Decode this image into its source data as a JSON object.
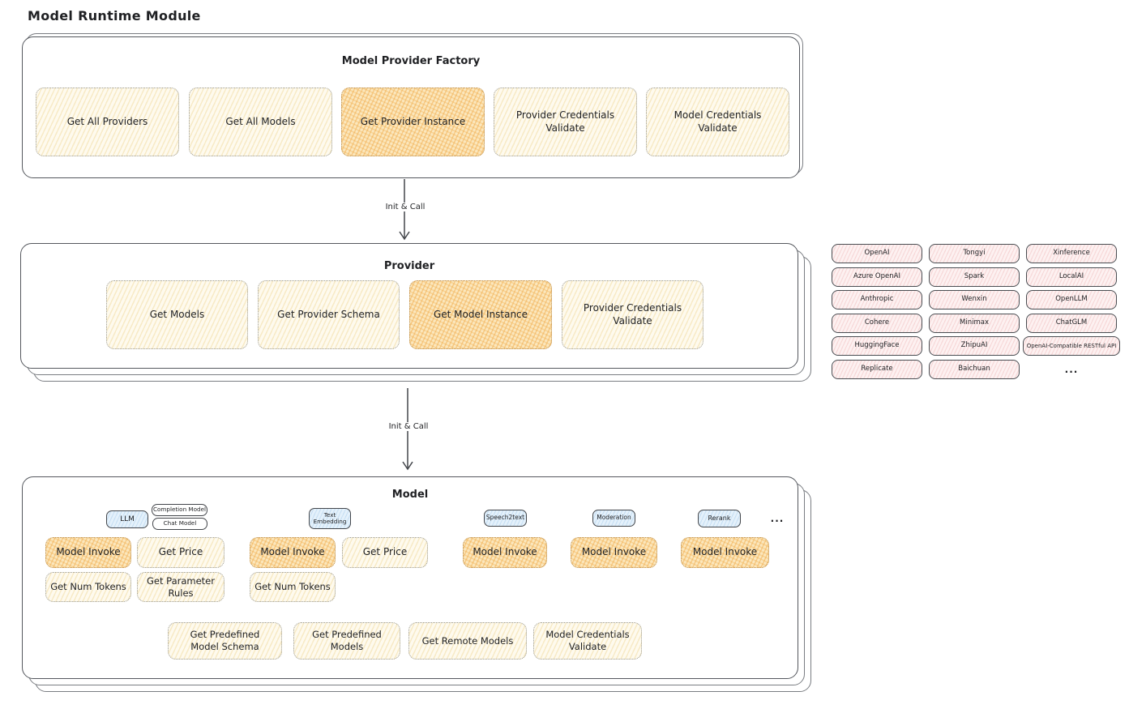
{
  "page": {
    "title": "Model Runtime Module"
  },
  "arrows": {
    "init_call_1": "Init & Call",
    "init_call_2": "Init & Call"
  },
  "factory": {
    "title": "Model Provider Factory",
    "buttons": [
      {
        "label": "Get All Providers"
      },
      {
        "label": "Get All Models"
      },
      {
        "label": "Get Provider Instance"
      },
      {
        "label": "Provider Credentials Validate"
      },
      {
        "label": "Model Credentials Validate"
      }
    ]
  },
  "provider": {
    "title": "Provider",
    "buttons": [
      {
        "label": "Get Models"
      },
      {
        "label": "Get Provider Schema"
      },
      {
        "label": "Get Model Instance"
      },
      {
        "label": "Provider Credentials Validate"
      }
    ]
  },
  "providers_grid": {
    "col1": [
      "OpenAI",
      "Azure OpenAI",
      "Anthropic",
      "Cohere",
      "HuggingFace",
      "Replicate"
    ],
    "col2": [
      "Tongyi",
      "Spark",
      "Wenxin",
      "Minimax",
      "ZhipuAI",
      "Baichuan"
    ],
    "col3": [
      "Xinference",
      "LocalAI",
      "OpenLLM",
      "ChatGLM",
      "OpenAI-Compatible RESTful API"
    ],
    "more": "..."
  },
  "model": {
    "title": "Model",
    "tabs": {
      "llm": "LLM",
      "completion_model": "Completion Model",
      "chat_model": "Chat Model",
      "text_embedding": "Text Embedding",
      "speech2text": "Speech2text",
      "moderation": "Moderation",
      "rerank": "Rerank",
      "more": "..."
    },
    "buttons": {
      "model_invoke": "Model Invoke",
      "get_price": "Get Price",
      "get_num_tokens": "Get Num Tokens",
      "get_parameter_rules": "Get Parameter Rules"
    },
    "bottom_buttons": [
      {
        "label": "Get Predefined Model Schema"
      },
      {
        "label": "Get Predefined Models"
      },
      {
        "label": "Get Remote Models"
      },
      {
        "label": "Model Credentials Validate"
      }
    ]
  },
  "colors": {
    "highlight_orange": "#f5c26b",
    "button_yellow": "#fefaee",
    "pill_blue": "#e4f1fb",
    "pill_pink": "#fdf1f1",
    "border_dark": "#43464b"
  }
}
